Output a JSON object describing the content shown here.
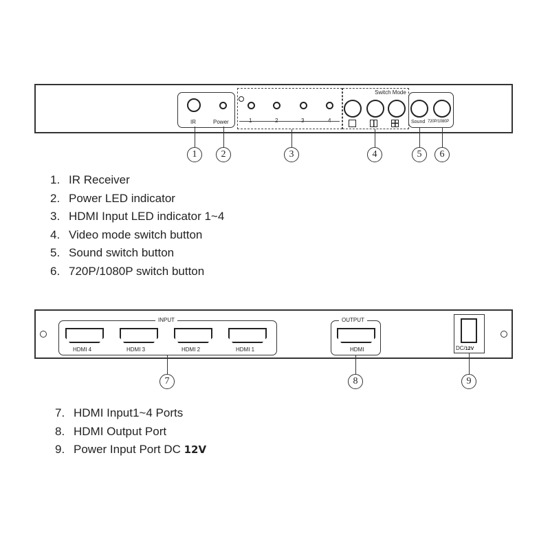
{
  "front_panel": {
    "labels": {
      "ir": "IR",
      "power": "Power",
      "in1": "1",
      "in2": "2",
      "in3": "3",
      "in4": "4",
      "switch_mode": "Switch Mode",
      "sound": "Sound",
      "resolution": "720P/1080P"
    },
    "callouts": [
      "1",
      "2",
      "3",
      "4",
      "5",
      "6"
    ]
  },
  "front_list": [
    {
      "num": "1.",
      "text": "IR Receiver"
    },
    {
      "num": "2.",
      "text": "Power LED indicator"
    },
    {
      "num": "3.",
      "text": "HDMI Input LED indicator 1~4"
    },
    {
      "num": "4.",
      "text": "Video mode switch button"
    },
    {
      "num": "5.",
      "text": "Sound switch button"
    },
    {
      "num": "6.",
      "text": "720P/1080P switch button"
    }
  ],
  "rear_panel": {
    "input_group": "INPUT",
    "output_group": "OUTPUT",
    "inputs": [
      "HDMI 4",
      "HDMI 3",
      "HDMI 2",
      "HDMI 1"
    ],
    "output": "HDMI",
    "dc_label": "DC/",
    "dc_voltage": "12V",
    "callouts": [
      "7",
      "8",
      "9"
    ]
  },
  "rear_list": [
    {
      "num": "7.",
      "text": "HDMI Input1~4 Ports"
    },
    {
      "num": "8.",
      "text": "HDMI Output Port"
    },
    {
      "num": "9.",
      "text": "Power Input Port DC ",
      "bold": "12V"
    }
  ]
}
